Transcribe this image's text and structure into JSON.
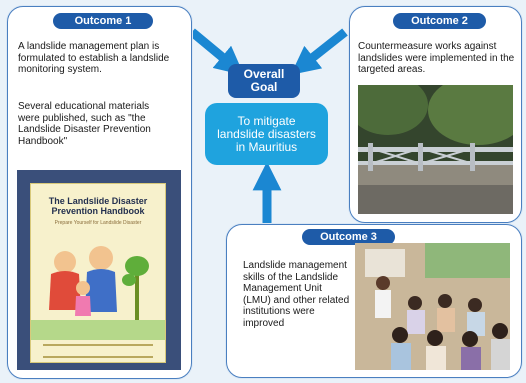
{
  "goal": {
    "badge": "Overall\nGoal",
    "text": "To mitigate\nlandslide disasters\nin Mauritius"
  },
  "outcome1": {
    "badge": "Outcome 1",
    "para1": "A landslide  management plan is formulated to establish a landslide monitoring system.",
    "para2": "Several educational materials were published, such as \"the Landslide Disaster Prevention Handbook\"",
    "book": {
      "title": "The Landslide Disaster\nPrevention Handbook",
      "subtitle": "Prepare Yourself for Landslide Disaster"
    }
  },
  "outcome2": {
    "badge": "Outcome 2",
    "text": "Countermeasure works against landslides were implemented in the targeted areas."
  },
  "outcome3": {
    "badge": "Outcome 3",
    "text": "Landslide management skills of the Landslide Management Unit (LMU) and other related institutions were improved"
  },
  "colors": {
    "badge": "#1e5ba8",
    "goal_box": "#1fa3de",
    "arrow": "#1b87d2",
    "card_border": "#4a7fc0"
  }
}
